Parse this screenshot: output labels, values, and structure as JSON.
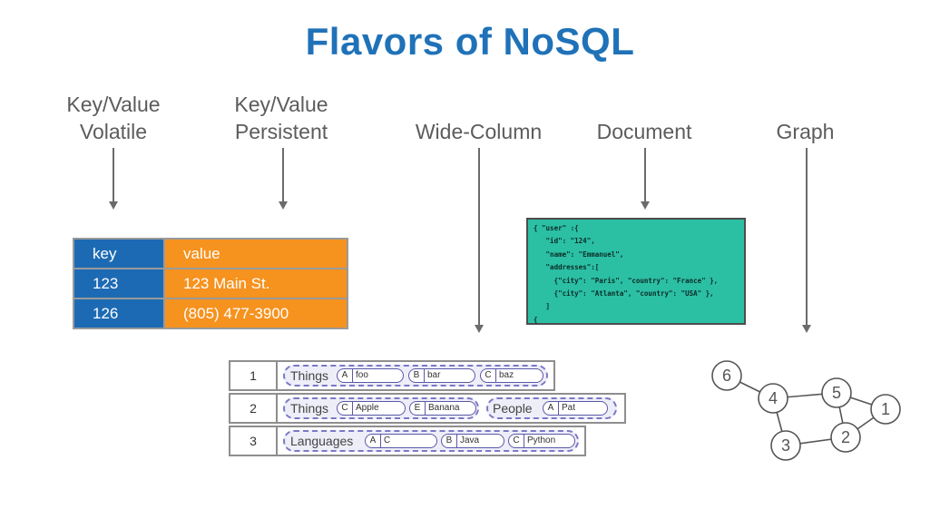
{
  "title": "Flavors of NoSQL",
  "categories": {
    "kv_volatile": "Key/Value\nVolatile",
    "kv_persistent": "Key/Value\nPersistent",
    "wide_column": "Wide-Column",
    "document": "Document",
    "graph": "Graph"
  },
  "kv_table": {
    "header": {
      "key": "key",
      "value": "value"
    },
    "rows": [
      {
        "key": "123",
        "value": "123 Main St."
      },
      {
        "key": "126",
        "value": "(805) 477-3900"
      }
    ]
  },
  "document_json": "{ \"user\" :{\n   \"id\": \"124\",\n   \"name\": \"Emmanuel\",\n   \"addresses\":[\n     {\"city\": \"Paris\", \"country\": \"France\" },\n     {\"city\": \"Atlanta\", \"country\": \"USA\" },\n   ]\n{",
  "wide_column": {
    "rows": [
      {
        "num": "1",
        "families": [
          {
            "name": "Things",
            "cols": [
              {
                "k": "A",
                "v": "foo"
              },
              {
                "k": "B",
                "v": "bar"
              },
              {
                "k": "C",
                "v": "baz"
              }
            ]
          }
        ]
      },
      {
        "num": "2",
        "families": [
          {
            "name": "Things",
            "cols": [
              {
                "k": "C",
                "v": "Apple"
              },
              {
                "k": "E",
                "v": "Banana"
              }
            ]
          },
          {
            "name": "People",
            "cols": [
              {
                "k": "A",
                "v": "Pat"
              }
            ]
          }
        ]
      },
      {
        "num": "3",
        "families": [
          {
            "name": "Languages",
            "cols": [
              {
                "k": "A",
                "v": "C"
              },
              {
                "k": "B",
                "v": "Java"
              },
              {
                "k": "C",
                "v": "Python"
              }
            ]
          }
        ]
      }
    ]
  },
  "graph": {
    "nodes": [
      "6",
      "4",
      "5",
      "1",
      "3",
      "2"
    ]
  },
  "colors": {
    "title": "#1f72b8",
    "key_cell": "#1d6ab4",
    "value_cell": "#f6921e",
    "document_bg": "#2bbfa4",
    "family_border": "#7b78c6"
  }
}
